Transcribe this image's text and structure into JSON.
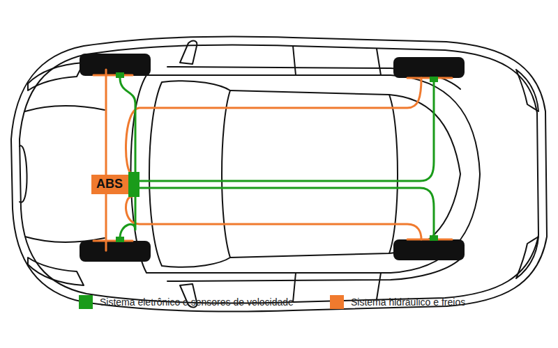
{
  "diagram": {
    "nodes": [
      {
        "text": [
          "ABS"
        ]
      }
    ],
    "edges": [],
    "legend": [
      {
        "text": "Sistema eletrônico e sensores de velocidade",
        "color": "#1a9b1a"
      },
      {
        "text": "Sistema hidráulico e freios",
        "color": "#f07a2e"
      }
    ]
  }
}
